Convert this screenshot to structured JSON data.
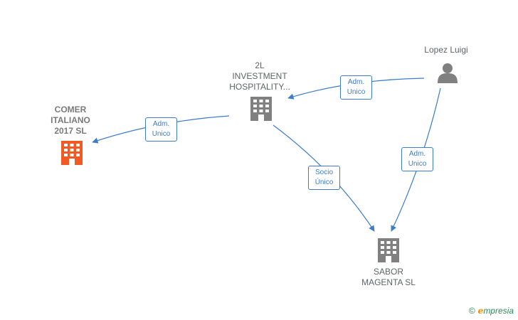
{
  "nodes": {
    "comer": {
      "label": "COMER\nITALIANO\n2017  SL",
      "color": "#f15a24",
      "icon": "building-icon"
    },
    "investment": {
      "label": "2L\nINVESTMENT\nHOSPITALITY...",
      "color": "#808080",
      "icon": "building-icon"
    },
    "sabor": {
      "label": "SABOR\nMAGENTA  SL",
      "color": "#808080",
      "icon": "building-icon"
    },
    "lopez": {
      "label": "Lopez Luigi",
      "color": "#808080",
      "icon": "person-icon"
    }
  },
  "edges": {
    "lopez_investment": {
      "label": "Adm.\nUnico"
    },
    "investment_comer": {
      "label": "Adm.\nUnico"
    },
    "investment_sabor": {
      "label": "Socio\nÚnico"
    },
    "lopez_sabor": {
      "label": "Adm.\nUnico"
    }
  },
  "edge_color": "#3d7cc9",
  "footer": {
    "copyright": "©",
    "brand_initial": "e",
    "brand_rest": "mpresia"
  }
}
